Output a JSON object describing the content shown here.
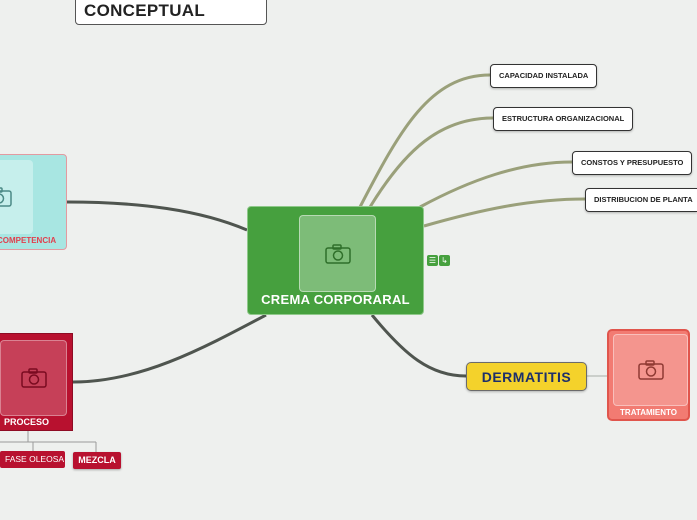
{
  "map_title": "CONCEPTUAL",
  "central": {
    "label": "CREMA CORPORARAL",
    "icon": "camera-icon"
  },
  "branches_right": [
    {
      "label": "CAPACIDAD INSTALADA"
    },
    {
      "label": "ESTRUCTURA ORGANIZACIONAL"
    },
    {
      "label": "CONSTOS Y PRESUPUESTO"
    },
    {
      "label": "DISTRIBUCION DE PLANTA"
    }
  ],
  "dermatitis": {
    "label": "DERMATITIS"
  },
  "tratamiento": {
    "label": "TRATAMIENTO",
    "icon": "camera-icon"
  },
  "competencia": {
    "label": "COMPETENCIA",
    "icon": "camera-icon"
  },
  "proceso": {
    "label": "PROCESO",
    "icon": "camera-icon"
  },
  "proceso_children": [
    {
      "label": "FASE OLEOSA"
    },
    {
      "label": "MEZCLA"
    }
  ],
  "central_indicators": [
    {
      "icon": "notes-icon",
      "symbol": "☰"
    },
    {
      "icon": "task-icon",
      "symbol": "↳"
    }
  ],
  "colors": {
    "background": "#eef0ee",
    "central": "#46a03e",
    "branch_right": "#9aa07a",
    "branch_dark": "#4f554f",
    "dermatitis": "#f4d22b",
    "tratamiento": "#f27b72",
    "competencia": "#a8e6e2",
    "proceso": "#b8112f"
  }
}
